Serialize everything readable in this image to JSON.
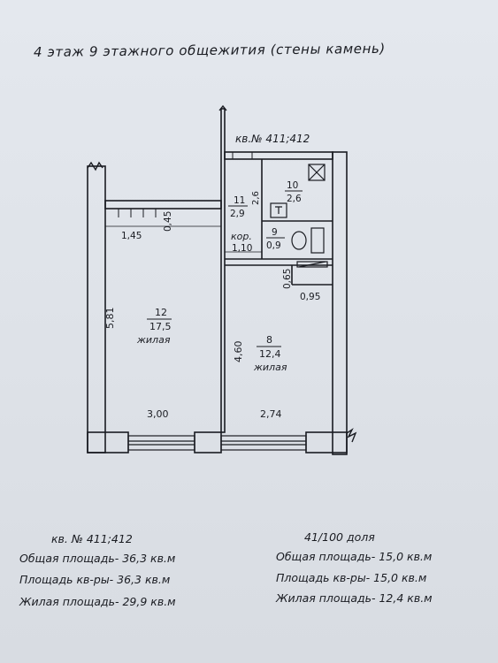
{
  "title": "4 этаж 9 этажного общежития (стены камень)",
  "plan": {
    "apartment_label": "кв.№ 411;412",
    "rooms": [
      {
        "number": "12",
        "area": "17,5",
        "type": "жилая"
      },
      {
        "number": "8",
        "area": "12,4",
        "type": "жилая"
      },
      {
        "number": "10",
        "area": "2,6"
      },
      {
        "number": "11",
        "area": "2,9"
      },
      {
        "number": "9",
        "area": "0,9"
      }
    ],
    "corridor_label": "кор.",
    "dimensions": {
      "d145": "1,45",
      "d045": "0,45",
      "d581": "5,81",
      "d300": "3,00",
      "d274": "2,74",
      "d460": "4,60",
      "d26": "2,6",
      "d110": "1,10",
      "d065": "0,65",
      "d095": "0,95"
    }
  },
  "left_info": {
    "apartment": "кв. № 411;412",
    "total_area": "Общая площадь- 36,3 кв.м",
    "apartment_area": "Площадь кв-ры- 36,3 кв.м",
    "living_area": "Жилая площадь- 29,9 кв.м"
  },
  "right_info": {
    "share": "41/100 доля",
    "total_area": "Общая площадь- 15,0 кв.м",
    "apartment_area": "Площадь кв-ры- 15,0 кв.м",
    "living_area": "Жилая площадь- 12,4 кв.м"
  }
}
